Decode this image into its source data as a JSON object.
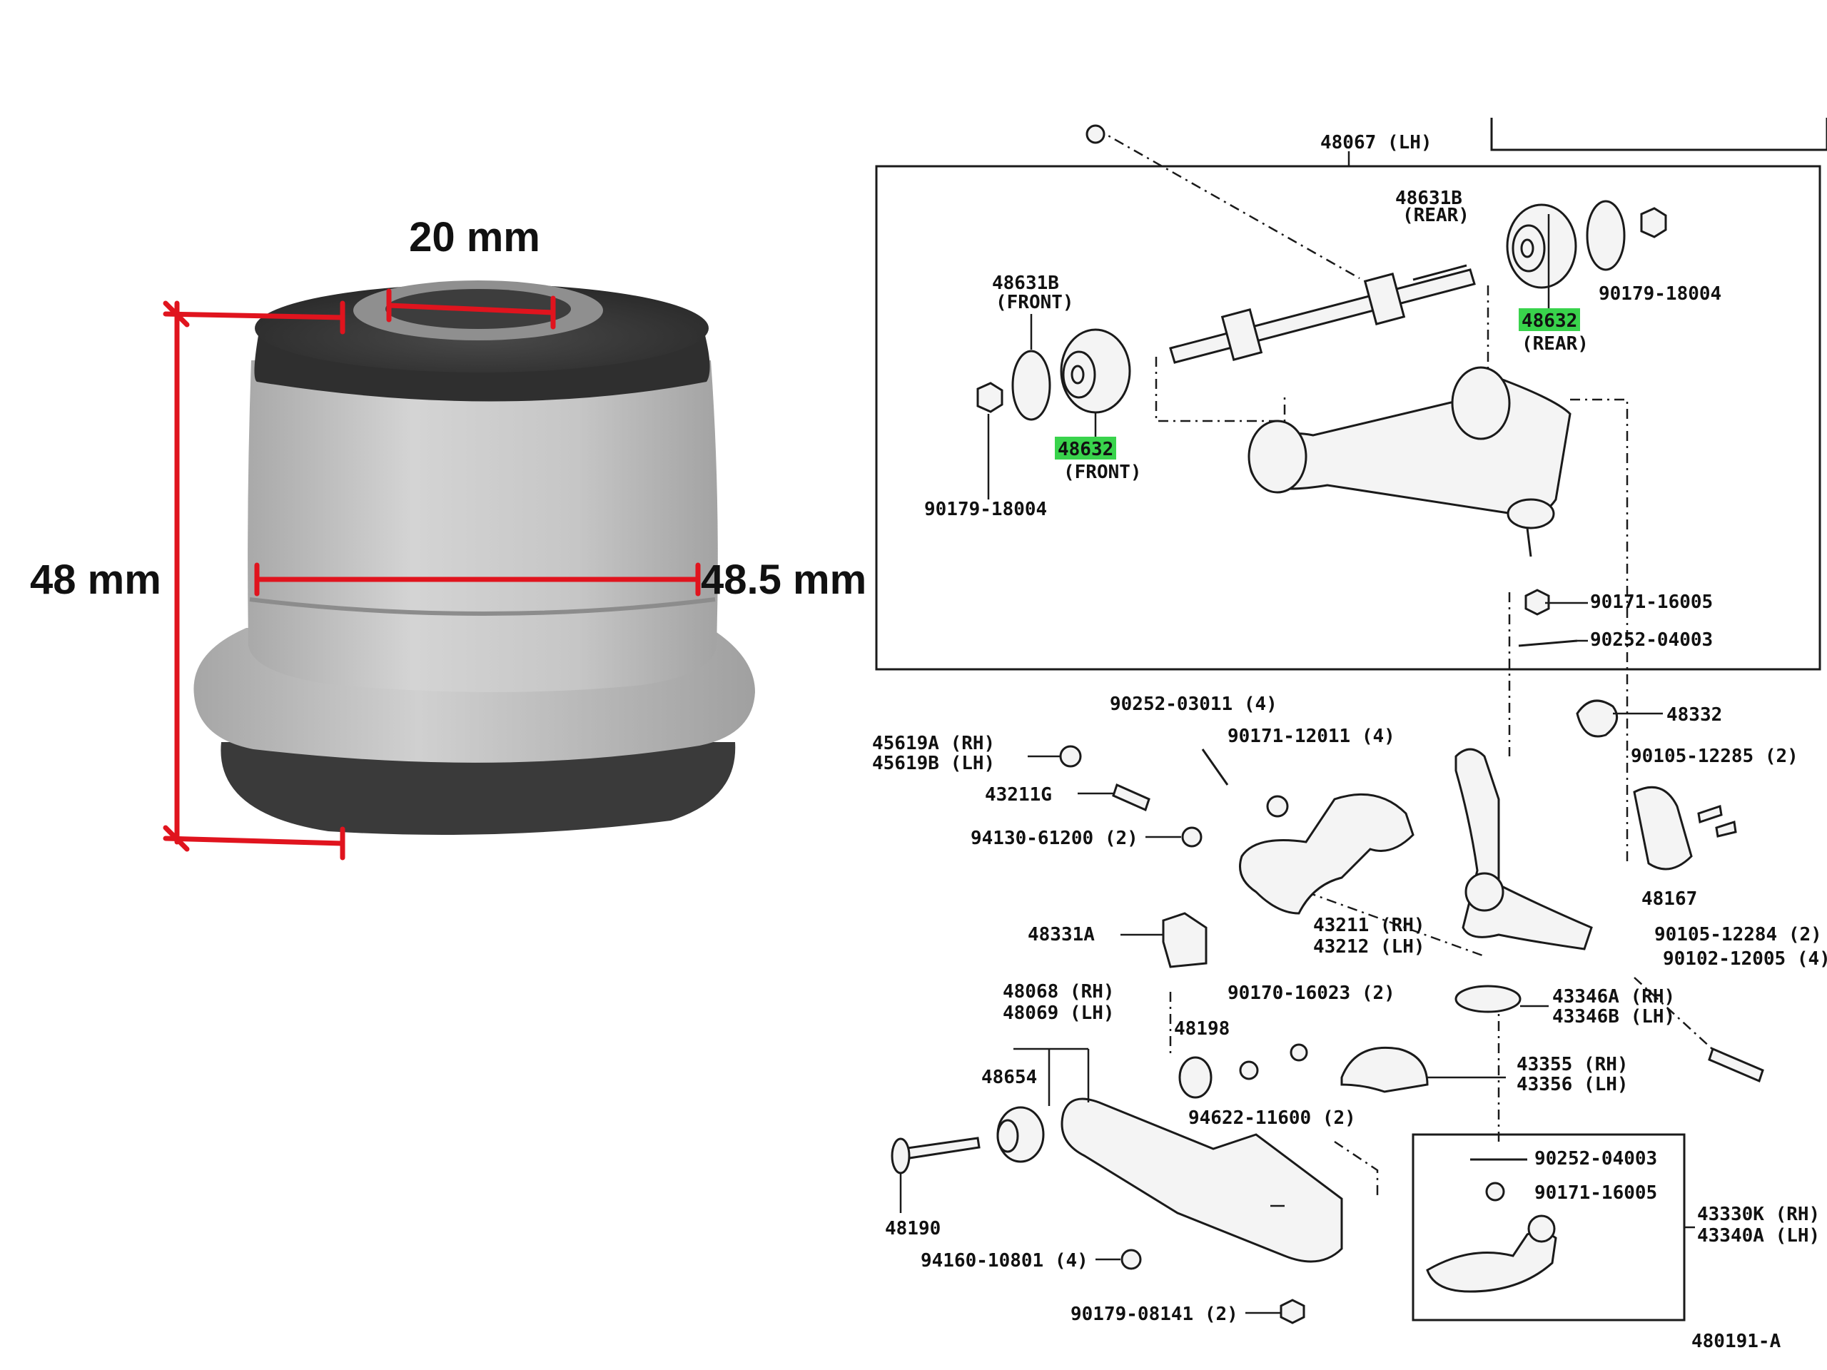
{
  "colors": {
    "dimension_line": "#e0141e",
    "highlight": "#39d34c",
    "rubber_dark": "#3b3b3b",
    "rubber_light": "#bdbdbd",
    "ink": "#1a1a1a"
  },
  "bushing_photo": {
    "dims": {
      "inner_diameter": "20 mm",
      "height": "48 mm",
      "outer_diameter": "48.5 mm"
    }
  },
  "parts_diagram": {
    "labels": {
      "top_48067": "48067 (LH)",
      "b48631_rear_num": "48631B",
      "b48631_rear_note": "(REAR)",
      "n90179_top_right": "90179-18004",
      "p48632_rear_num": "48632",
      "p48632_rear_note": "(REAR)",
      "b48631_front_num": "48631B",
      "b48631_front_note": "(FRONT)",
      "p48632_front_num": "48632",
      "p48632_front_note": "(FRONT)",
      "n90179_left": "90179-18004",
      "n90171_16005_top": "90171-16005",
      "n90252_04003_top": "90252-04003",
      "n90252_03011": "90252-03011 (4)",
      "n90171_12011": "90171-12011 (4)",
      "n45619a": "45619A (RH)",
      "n45619b": "45619B (LH)",
      "n43211g": "43211G",
      "n94130": "94130-61200 (2)",
      "n48332": "48332",
      "n90105_12285": "90105-12285 (2)",
      "n48167": "48167",
      "n90105_12284": "90105-12284 (2)",
      "n90102_12005": "90102-12005 (4)",
      "n43211": "43211 (RH)",
      "n43212": "43212 (LH)",
      "n48331a": "48331A",
      "n90170": "90170-16023 (2)",
      "n43346a": "43346A (RH)",
      "n43346b": "43346B (LH)",
      "n48068": "48068 (RH)",
      "n48069": "48069 (LH)",
      "n48198": "48198",
      "n48654": "48654",
      "n43355": "43355 (RH)",
      "n43356": "43356 (LH)",
      "n94622": "94622-11600 (2)",
      "n90252_04003_bot": "90252-04003",
      "n90171_16005_bot": "90171-16005",
      "n43330k": "43330K (RH)",
      "n43340a": "43340A (LH)",
      "n48190": "48190",
      "n94160": "94160-10801 (4)",
      "n90179_08141": "90179-08141 (2)",
      "n480191a": "480191-A"
    }
  }
}
